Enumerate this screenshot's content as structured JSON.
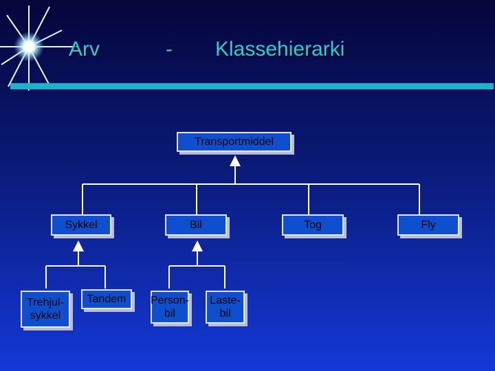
{
  "title": {
    "left": "Arv",
    "dash": "-",
    "right": "Klassehierarki"
  },
  "nodes": {
    "root": "Transportmiddel",
    "sykkel": "Sykkel",
    "bil": "Bil",
    "tog": "Tog",
    "fly": "Fly",
    "trehjulsykkel": "Trehjul-\nsykkel",
    "tandem": "Tandem",
    "personbil": "Person-\nbil",
    "lastebil": "Laste-\nbil"
  },
  "colors": {
    "title": "#1fd0e8",
    "bar": "#1ab2cc",
    "node_fill": "#0e4fd0",
    "line": "#ffffff"
  }
}
